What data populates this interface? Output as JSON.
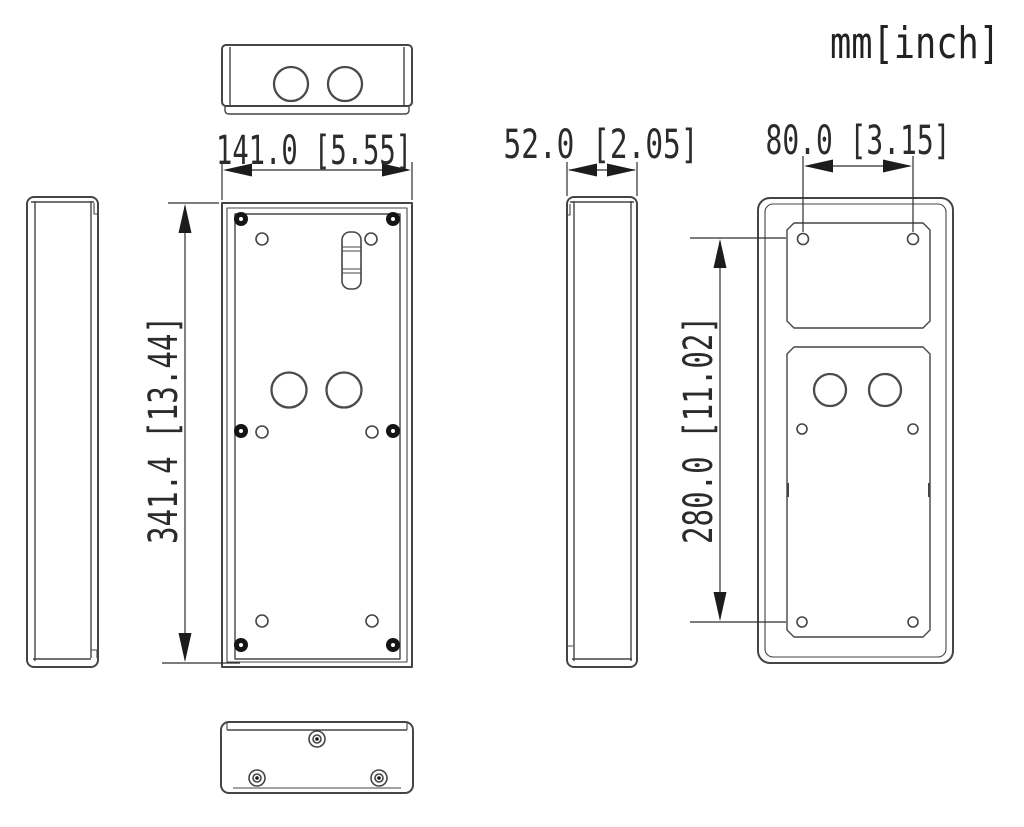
{
  "units_label": "mm[inch]",
  "dimensions": {
    "front_width": "141.0 [5.55]",
    "depth": "52.0 [2.05]",
    "hole_spacing_width": "80.0 [3.15]",
    "front_height": "341.4 [13.44]",
    "hole_spacing_height": "280.0 [11.02]"
  },
  "colors": {
    "line": "#454545",
    "text": "#2b2b2b",
    "arrow": "#1c1c1c",
    "background": "#ffffff"
  }
}
